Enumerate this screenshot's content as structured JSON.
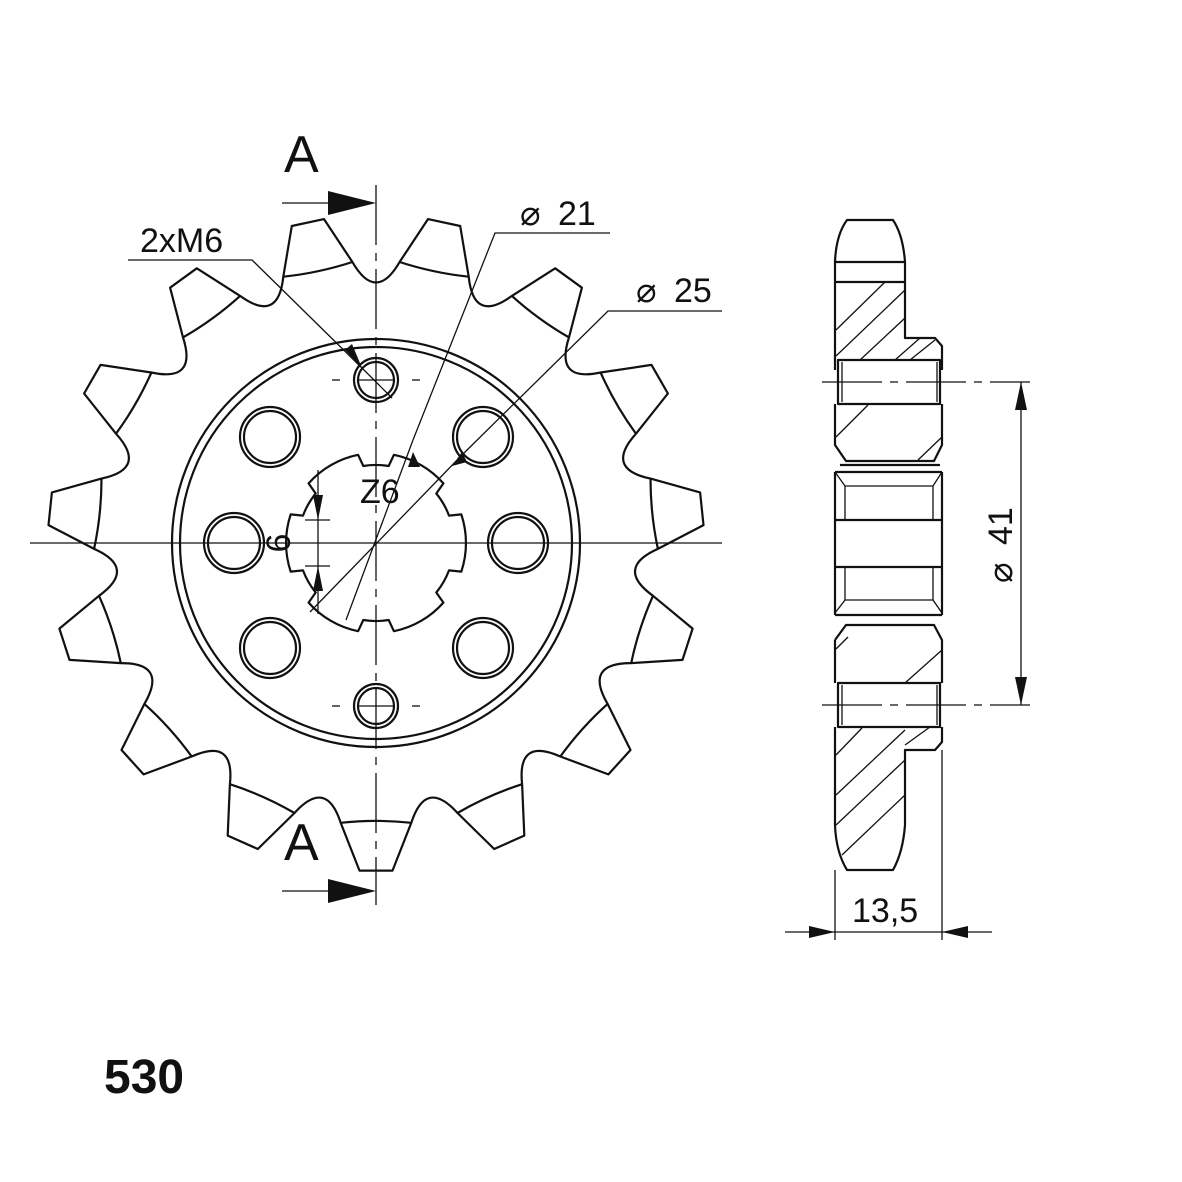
{
  "drawing": {
    "subject": "front chain sprocket technical drawing",
    "teeth_count": 15,
    "section_marker_top": "A",
    "section_marker_bottom": "A",
    "chain_pitch_label": "530"
  },
  "front_view": {
    "thread_label": "2xM6",
    "bore_diameter_label": "21",
    "bore_diameter_symbol": "⌀",
    "outer_bore_label": "25",
    "outer_bore_symbol": "⌀",
    "spline_label": "Z6",
    "spline_width_label": "6"
  },
  "side_view": {
    "bolt_circle_label": "41",
    "bolt_circle_symbol": "⌀",
    "thickness_label": "13,5"
  },
  "colors": {
    "line": "#111111",
    "background": "#ffffff"
  }
}
